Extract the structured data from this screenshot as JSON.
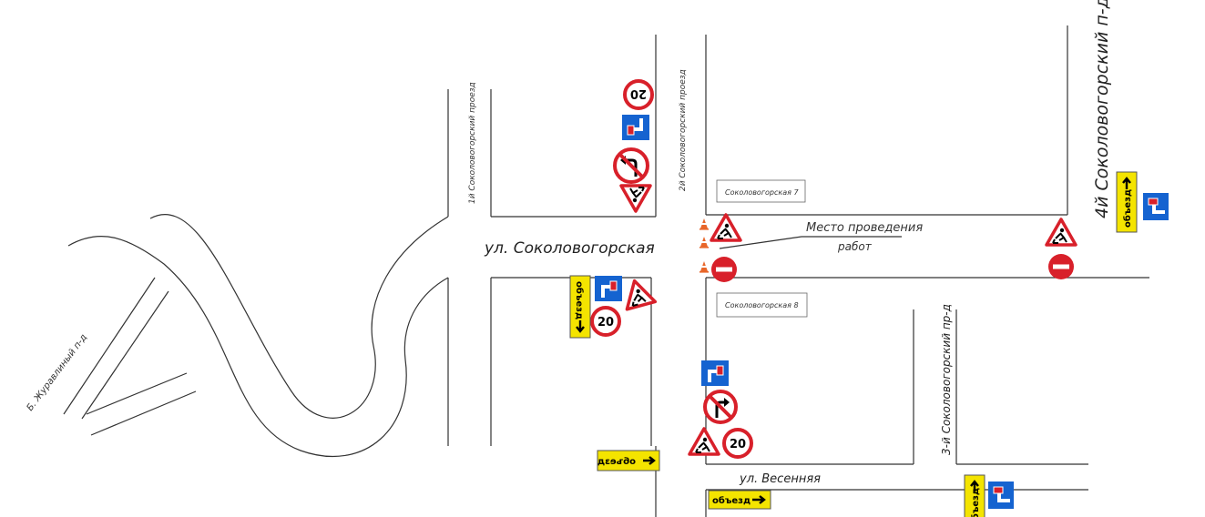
{
  "streets": {
    "main": "ул. Соколовогорская",
    "vesennyaya": "ул. Весенняя",
    "pr1": "1й Соколовогорский проезд",
    "pr2": "2й Соколовогорский проезд",
    "pr3": "3-й Соколовогорский пр-д",
    "pr4": "4й Соколовогорский п-д",
    "zhuravlinyi": "Б. Журавлиный п-д"
  },
  "buildings": {
    "b7": "Соколовогорская 7",
    "b8": "Соколовогорская 8"
  },
  "worksite": {
    "line1": "Место проведения",
    "line2": "работ"
  },
  "signs": {
    "speed_limit": "20",
    "detour": "объезд"
  },
  "colors": {
    "sign_red": "#d8202a",
    "sign_blue": "#1563d0",
    "detour_yellow": "#f4e400",
    "cone_orange": "#e8662a"
  }
}
